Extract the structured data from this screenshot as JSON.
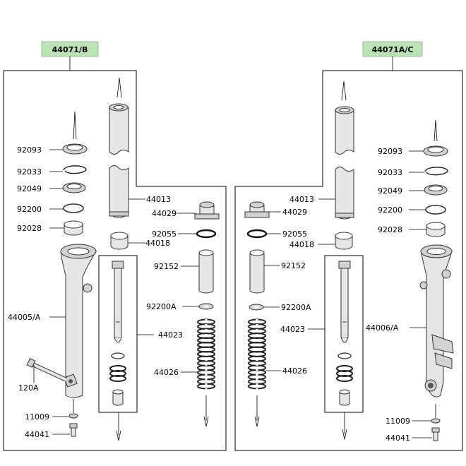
{
  "assemblies": {
    "left": {
      "label": "44071/B",
      "badge_color": "#b9e3b2"
    },
    "right": {
      "label": "44071A/C",
      "badge_color": "#b9e3b2"
    }
  },
  "labels": {
    "left": {
      "seal_92093": "92093",
      "clip_92033": "92033",
      "seal_92049": "92049",
      "washer_92200": "92200",
      "bush_92028": "92028",
      "outer_tube_44005": "44005/A",
      "bolt_120": "120A",
      "gasket_11009": "11009",
      "bolt_44041": "44041",
      "inner_tube_44013": "44013",
      "cap_44029": "44029",
      "oring_92055": "92055",
      "bush_44018": "44018",
      "pipe_92152": "92152",
      "washer_92200a": "92200A",
      "cylinder_44023": "44023",
      "spring_44026": "44026"
    },
    "right": {
      "seal_92093": "92093",
      "clip_92033": "92033",
      "seal_92049": "92049",
      "washer_92200": "92200",
      "bush_92028": "92028",
      "outer_tube_44006": "44006/A",
      "gasket_11009": "11009",
      "bolt_44041": "44041",
      "inner_tube_44013": "44013",
      "cap_44029": "44029",
      "oring_92055": "92055",
      "bush_44018": "44018",
      "pipe_92152": "92152",
      "washer_92200a": "92200A",
      "cylinder_44023": "44023",
      "spring_44026": "44026"
    }
  },
  "icons": {
    "seal": "oil-seal-icon",
    "clip": "circlip-icon",
    "tube": "fork-tube-icon",
    "spring": "coil-spring-icon"
  }
}
